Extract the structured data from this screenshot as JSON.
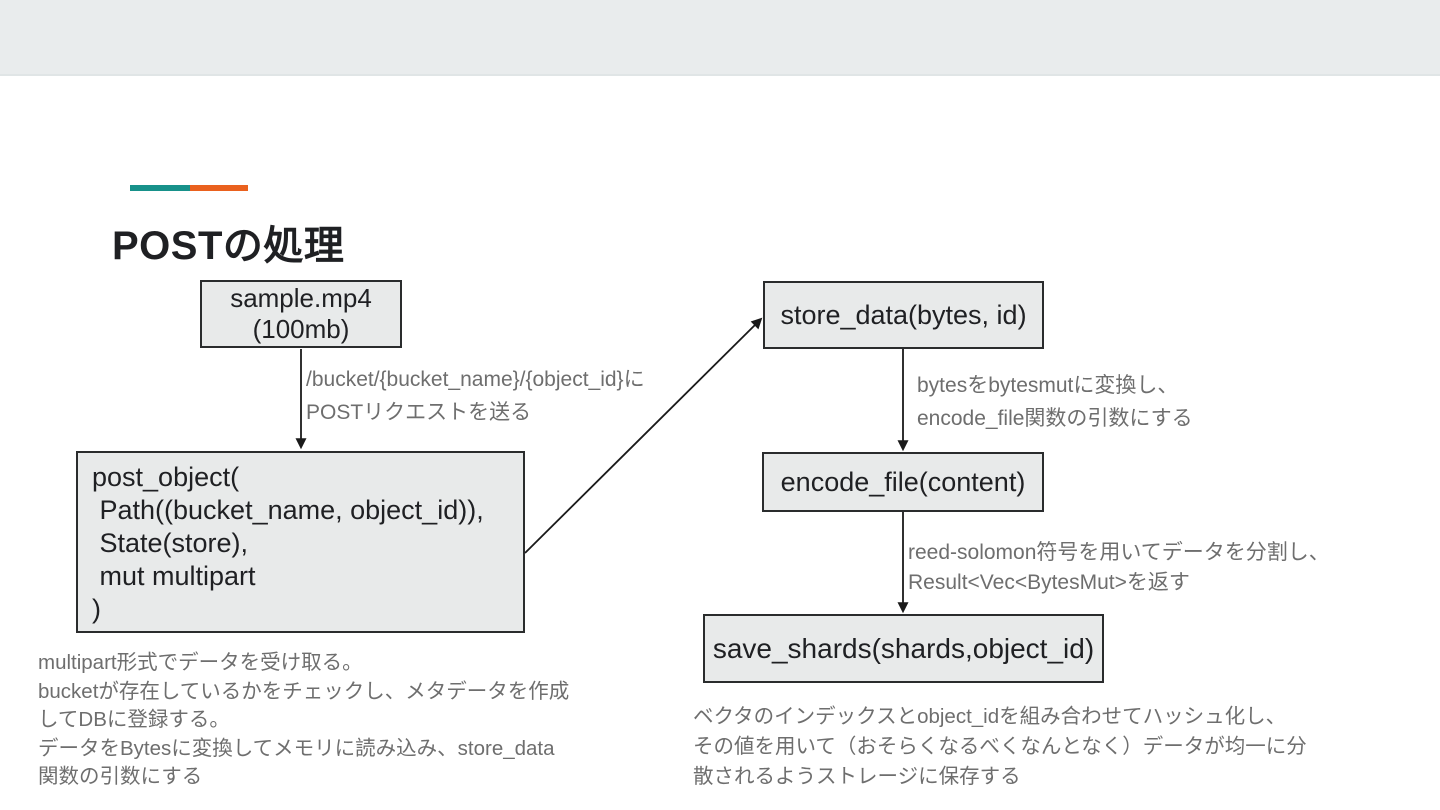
{
  "colors": {
    "header-bg": "#e9eced",
    "accent-teal": "#17918a",
    "accent-orange": "#ea611e",
    "box-fill": "#e8eaea",
    "box-border": "#2a2c2d",
    "box-text": "#1f2023",
    "annotation-text": "#6e6e6e",
    "arrow": "#1a1a1a",
    "title-text": "#1f2023"
  },
  "slide": {
    "title": "POSTの処理"
  },
  "diagram": {
    "nodes": {
      "sample_file": {
        "lines": [
          "sample.mp4",
          "(100mb)"
        ]
      },
      "store_data": {
        "label": "store_data(bytes, id)"
      },
      "post_object": {
        "lines": [
          "post_object(",
          " Path((bucket_name, object_id)),",
          " State(store),",
          " mut multipart",
          ")"
        ]
      },
      "encode_file": {
        "label": "encode_file(content)"
      },
      "save_shards": {
        "label": "save_shards(shards,object_id)"
      }
    },
    "annotations": {
      "post_request": {
        "lines": [
          "/bucket/{bucket_name}/{object_id}に",
          "POSTリクエストを送る"
        ]
      },
      "bytes_convert": {
        "lines": [
          "bytesをbytesmutに変換し、",
          "encode_file関数の引数にする"
        ]
      },
      "reed_solomon": {
        "lines": [
          "reed-solomon符号を用いてデータを分割し、",
          "Result<Vec<BytesMut>を返す"
        ]
      },
      "post_object_desc": {
        "lines": [
          "multipart形式でデータを受け取る。",
          "bucketが存在しているかをチェックし、メタデータを作成",
          "してDBに登録する。",
          "データをBytesに変換してメモリに読み込み、store_data",
          "関数の引数にする"
        ]
      },
      "save_shards_desc": {
        "lines": [
          "ベクタのインデックスとobject_idを組み合わせてハッシュ化し、",
          "その値を用いて（おそらくなるべくなんとなく）データが均一に分",
          "散されるようストレージに保存する"
        ]
      }
    }
  }
}
